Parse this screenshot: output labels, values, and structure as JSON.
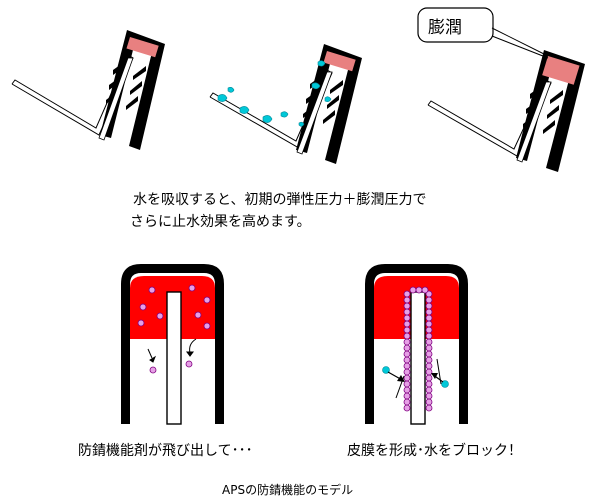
{
  "callout": {
    "label": "膨潤"
  },
  "captions": {
    "line1": "水を吸収すると、初期の弾性圧力＋膨潤圧力で",
    "line2": "さらに止水効果を高めます。"
  },
  "panels": {
    "left_label": "防錆機能剤が飛び出して･･･",
    "right_label": "皮膜を形成･水をブロック！"
  },
  "figure_title": "APSの防錆機能のモデル",
  "colors": {
    "seal_red": "#ff0000",
    "swelling_pink": "#e88080",
    "water_cyan": "#00c8d8",
    "agent_purple": "#c060c0",
    "frame_black": "#000000"
  }
}
